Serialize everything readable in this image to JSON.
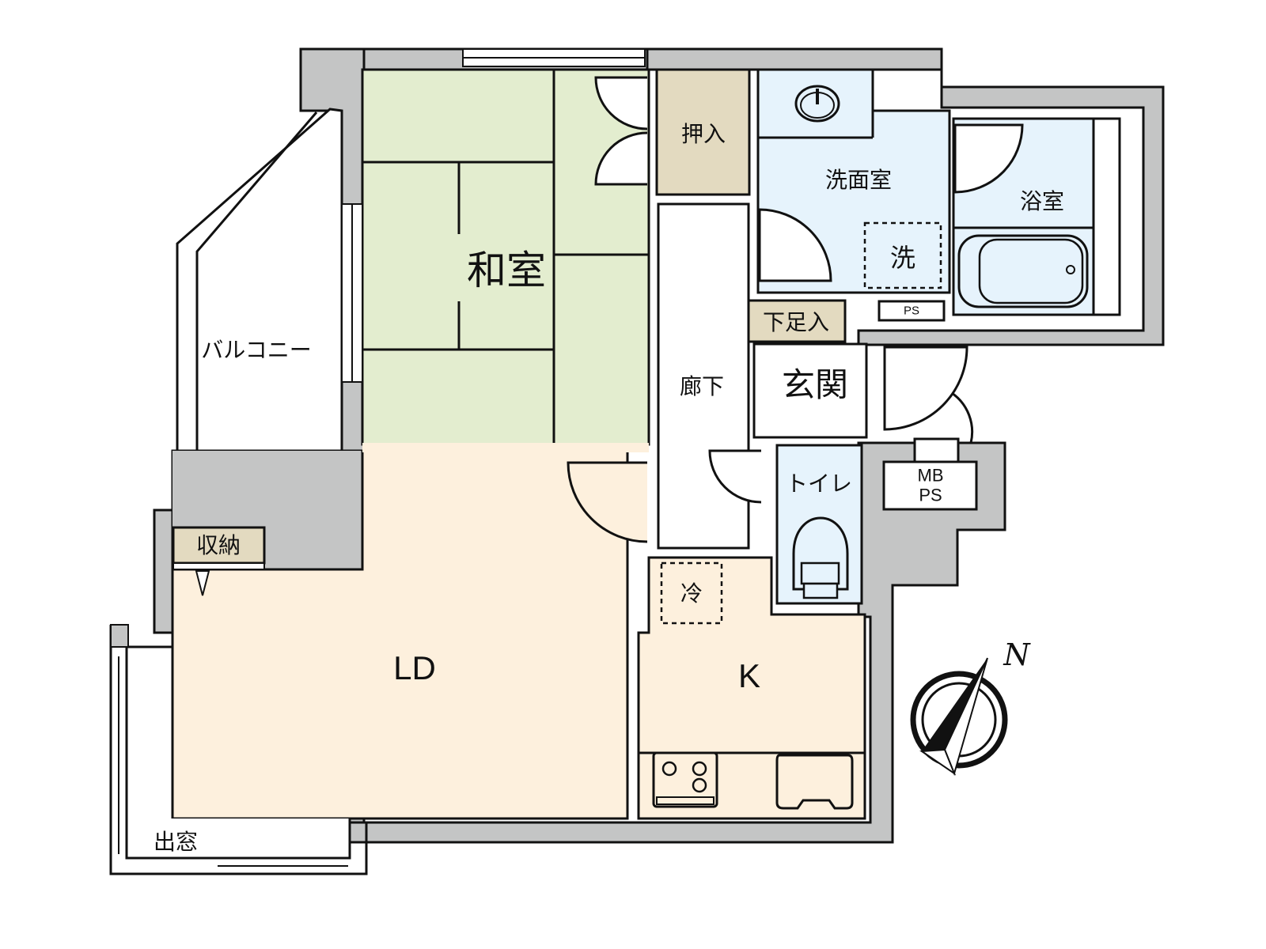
{
  "floorplan": {
    "colors": {
      "wall": "#c4c5c5",
      "washitsu": "#e3edcf",
      "ldk": "#fdf0dd",
      "wet": "#e6f3fc",
      "storage": "#e3dac0",
      "outline": "#111111",
      "open": "#ffffff"
    },
    "rooms": {
      "washitsu": "和室",
      "oshiire": "押入",
      "senmenshitsu": "洗面室",
      "washer": "洗",
      "yokushitsu": "浴室",
      "ps_small": "PS",
      "getabako": "下足入",
      "genkan": "玄関",
      "rouka": "廊下",
      "toilet": "トイレ",
      "mbps_line1": "MB",
      "mbps_line2": "PS",
      "balcony": "バルコニー",
      "shuunou": "収納",
      "ld": "LD",
      "fridge": "冷",
      "kitchen": "K",
      "demado": "出窓"
    },
    "compass": {
      "north_label": "N"
    }
  }
}
